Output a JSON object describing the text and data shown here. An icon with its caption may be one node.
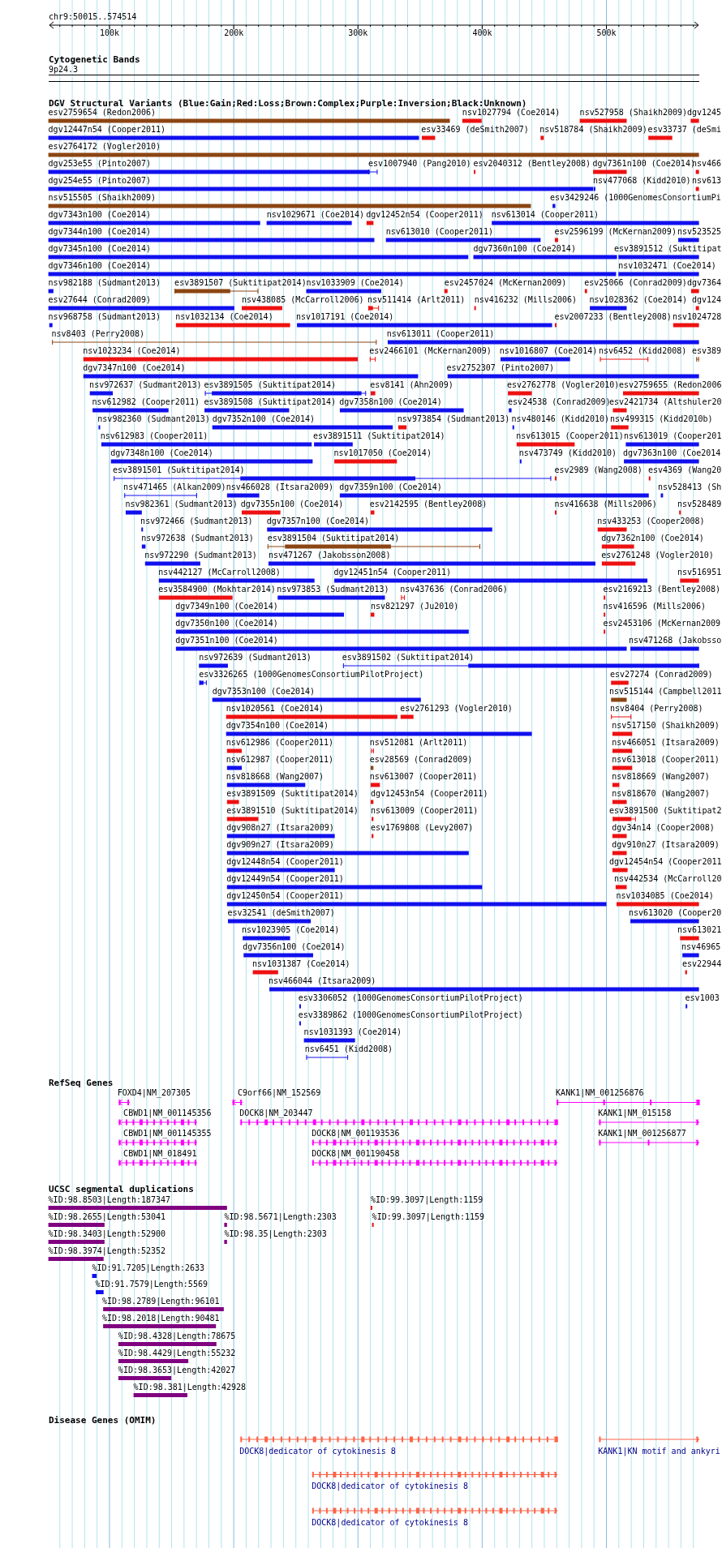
{
  "diagram": {
    "labels": [
      "chr9:50015..574514",
      "100k",
      "200k",
      "300k",
      "400k",
      "500k",
      "Cytogenetic Bands",
      "9p24.3",
      "DGV Structural Variants (Blue:Gain;Red:Loss;Brown:Complex;Purple:Inversion;Black:Unknown)",
      "esv2759654 (Redon2006)",
      "nsv1027794 (Coe2014)",
      "nsv527958 (Shaikh2009)",
      "dgv1245",
      "dgv12447n54 (Cooper2011)",
      "esv33469 (deSmith2007)",
      "nsv518784 (Shaikh2009)",
      "esv33737 (deSmi",
      "esv2764172 (Vogler2010)",
      "dgv253e55 (Pinto2007)",
      "esv1007940 (Pang2010)",
      "esv2040312 (Bentley2008)",
      "dgv7361n100 (Coe2014)",
      "nsv466",
      "dgv254e55 (Pinto2007)",
      "nsv477068 (Kidd2010)",
      "nsv613",
      "nsv515505 (Shaikh2009)",
      "esv3429246 (1000GenomesConsortiumPi",
      "dgv7343n100 (Coe2014)",
      "nsv1029671 (Coe2014)",
      "dgv12452n54 (Cooper2011)",
      "nsv613014 (Cooper2011)",
      "dgv7344n100 (Coe2014)",
      "nsv613010 (Cooper2011)",
      "esv2596199 (McKernan2009)",
      "nsv523525",
      "dgv7345n100 (Coe2014)",
      "dgv7360n100 (Coe2014)",
      "esv3891512 (Suktitipat",
      "dgv7346n100 (Coe2014)",
      "nsv1032471 (Coe2014)",
      "nsv982188 (Sudmant2013)",
      "esv3891507 (Suktitipat2014)",
      "nsv1033909 (Coe2014)",
      "esv2457024 (McKernan2009)",
      "esv25066 (Conrad2009)",
      "dgv7364",
      "esv27644 (Conrad2009)",
      "nsv438085 (McCarroll2006)",
      "nsv511414 (Arlt2011)",
      "nsv416232 (Mills2006)",
      "nsv1028362 (Coe2014)",
      "dgv124",
      "nsv968758 (Sudmant2013)",
      "nsv1032134 (Coe2014)",
      "nsv1017191 (Coe2014)",
      "esv2007233 (Bentley2008)",
      "nsv1024728",
      "nsv8403 (Perry2008)",
      "nsv613011 (Cooper2011)",
      "nsv1023234 (Coe2014)",
      "esv2466101 (McKernan2009)",
      "nsv1016807 (Coe2014)",
      "nsv6452 (Kidd2008)",
      "esv389",
      "dgv7347n100 (Coe2014)",
      "esv2752307 (Pinto2007)",
      "nsv972637 (Sudmant2013)",
      "esv3891505 (Suktitipat2014)",
      "esv8141 (Ahn2009)",
      "esv2762778 (Vogler2010)",
      "esv2759655 (Redon2006",
      "nsv612982 (Cooper2011)",
      "esv3891508 (Suktitipat2014)",
      "dgv7358n100 (Coe2014)",
      "esv24538 (Conrad2009)",
      "esv2421734 (Altshuler20",
      "nsv982360 (Sudmant2013)",
      "dgv7352n100 (Coe2014)",
      "nsv973854 (Sudmant2013)",
      "nsv480146 (Kidd2010)",
      "nsv499315 (Kidd2010b)",
      "nsv612983 (Cooper2011)",
      "esv3891511 (Suktitipat2014)",
      "nsv613015 (Cooper2011)",
      "nsv613019 (Cooper201",
      "dgv7348n100 (Coe2014)",
      "nsv1017050 (Coe2014)",
      "nsv473749 (Kidd2010)",
      "dgv7363n100 (Coe2014",
      "esv3891501 (Suktitipat2014)",
      "esv2989 (Wang2008)",
      "esv4369 (Wang20",
      "nsv471465 (Alkan2009)",
      "nsv466028 (Itsara2009)",
      "dgv7359n100 (Coe2014)",
      "nsv528413 (Sh",
      "nsv982361 (Sudmant2013)",
      "dgv7355n100 (Coe2014)",
      "esv2142595 (Bentley2008)",
      "nsv416638 (Mills2006)",
      "nsv528489",
      "nsv972466 (Sudmant2013)",
      "dgv7357n100 (Coe2014)",
      "nsv433253 (Cooper2008)",
      "nsv972638 (Sudmant2013)",
      "esv3891504 (Suktitipat2014)",
      "dgv7362n100 (Coe2014)",
      "nsv972290 (Sudmant2013)",
      "nsv471267 (Jakobsson2008)",
      "esv2761248 (Vogler2010)",
      "nsv442127 (McCarroll2008)",
      "dgv12451n54 (Cooper2011)",
      "nsv516951",
      "esv3584900 (Mokhtar2014)",
      "nsv973853 (Sudmant2013)",
      "nsv437636 (Conrad2006)",
      "esv2169213 (Bentley2008)",
      "dgv7349n100 (Coe2014)",
      "nsv821297 (Ju2010)",
      "nsv416596 (Mills2006)",
      "dgv7350n100 (Coe2014)",
      "esv2453106 (McKernan2009",
      "dgv7351n100 (Coe2014)",
      "nsv471268 (Jakobsso",
      "nsv972639 (Sudmant2013)",
      "esv3891502 (Suktitipat2014)",
      "esv3326265 (1000GenomesConsortiumPilotProject)",
      "esv27274 (Conrad2009)",
      "dgv7353n100 (Coe2014)",
      "nsv515144 (Campbell2011",
      "nsv1020561 (Coe2014)",
      "esv2761293 (Vogler2010)",
      "nsv8404 (Perry2008)",
      "dgv7354n100 (Coe2014)",
      "nsv517150 (Shaikh2009)",
      "nsv612986 (Cooper2011)",
      "nsv512081 (Arlt2011)",
      "nsv466051 (Itsara2009)",
      "nsv612987 (Cooper2011)",
      "esv28569 (Conrad2009)",
      "nsv613018 (Cooper2011)",
      "nsv818668 (Wang2007)",
      "nsv613007 (Cooper2011)",
      "nsv818669 (Wang2007)",
      "esv3891509 (Suktitipat2014)",
      "dgv12453n54 (Cooper2011)",
      "nsv818670 (Wang2007)",
      "esv3891510 (Suktitipat2014)",
      "nsv613009 (Cooper2011)",
      "esv3891500 (Suktitipat2",
      "dgv908n27 (Itsara2009)",
      "esv1769808 (Levy2007)",
      "dgv34n14 (Cooper2008)",
      "dgv909n27 (Itsara2009)",
      "dgv910n27 (Itsara2009)",
      "dgv12448n54 (Cooper2011)",
      "dgv12454n54 (Cooper2011",
      "dgv12449n54 (Cooper2011)",
      "nsv442534 (McCarroll20",
      "dgv12450n54 (Cooper2011)",
      "nsv1034085 (Coe2014)",
      "esv32541 (deSmith2007)",
      "nsv613020 (Cooper20",
      "nsv1023905 (Coe2014)",
      "nsv613021",
      "dgv7356n100 (Coe2014)",
      "nsv46965",
      "nsv1031387 (Coe2014)",
      "esv22944",
      "nsv466044 (Itsara2009)",
      "esv3306052 (1000GenomesConsortiumPilotProject)",
      "esv1003",
      "esv3389862 (1000GenomesConsortiumPilotProject)",
      "nsv1031393 (Coe2014)",
      "nsv6451 (Kidd2008)",
      "RefSeq Genes",
      "FOXD4|NM_207305",
      "C9orf66|NM_152569",
      "KANK1|NM_001256876",
      "CBWD1|NM_001145356",
      "DOCK8|NM_203447",
      "KANK1|NM_015158",
      "CBWD1|NM_001145355",
      "DOCK8|NM_001193536",
      "KANK1|NM_001256877",
      "CBWD1|NM_018491",
      "DOCK8|NM_001190458",
      "UCSC segmental duplications",
      "%ID:98.8503|Length:187347",
      "%ID:99.3097|Length:1159",
      "%ID:98.2655|Length:53041",
      "%ID:98.5671|Length:2303",
      "%ID:99.3097|Length:1159",
      "%ID:98.3403|Length:52900",
      "%ID:98.35|Length:2303",
      "%ID:98.3974|Length:52352",
      "%ID:91.7205|Length:2633",
      "%ID:91.7579|Length:5569",
      "%ID:98.2789|Length:96101",
      "%ID:98.2018|Length:90481",
      "%ID:98.4328|Length:78675",
      "%ID:98.4429|Length:55232",
      "%ID:98.3653|Length:42027",
      "%ID:98.381|Length:42928",
      "Disease Genes (OMIM)",
      "DOCK8|dedicator of cytokinesis 8",
      "KANK1|KN motif and ankyri",
      "DOCK8|dedicator of cytokinesis 8",
      "DOCK8|dedicator of cytokinesis 8"
    ]
  }
}
